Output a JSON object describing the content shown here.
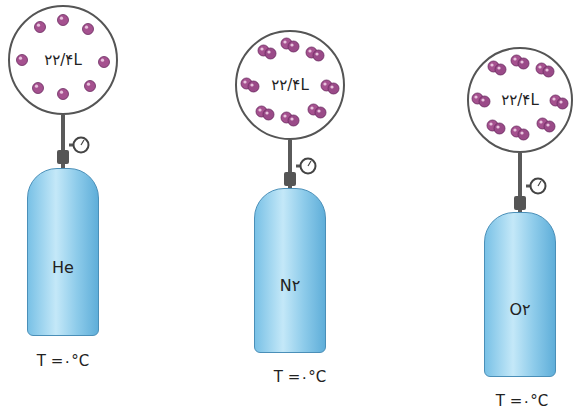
{
  "diagram": {
    "nodes": [
      {
        "text": [
          "۲۲/۴L"
        ]
      },
      {
        "text": [
          "He"
        ]
      },
      {
        "text": [
          "۲۲/۴L"
        ]
      },
      {
        "text": [
          "N۲"
        ]
      },
      {
        "text": [
          "۲۲/۴L"
        ]
      },
      {
        "text": [
          "O۲"
        ]
      }
    ],
    "edges": [
      {
        "from": 0,
        "to": 1,
        "arrow": "none"
      },
      {
        "from": 2,
        "to": 3,
        "arrow": "none"
      },
      {
        "from": 4,
        "to": 5,
        "arrow": "none"
      }
    ],
    "labels": [
      "T =۰°C",
      "T =۰°C",
      "T =۰°C"
    ]
  }
}
